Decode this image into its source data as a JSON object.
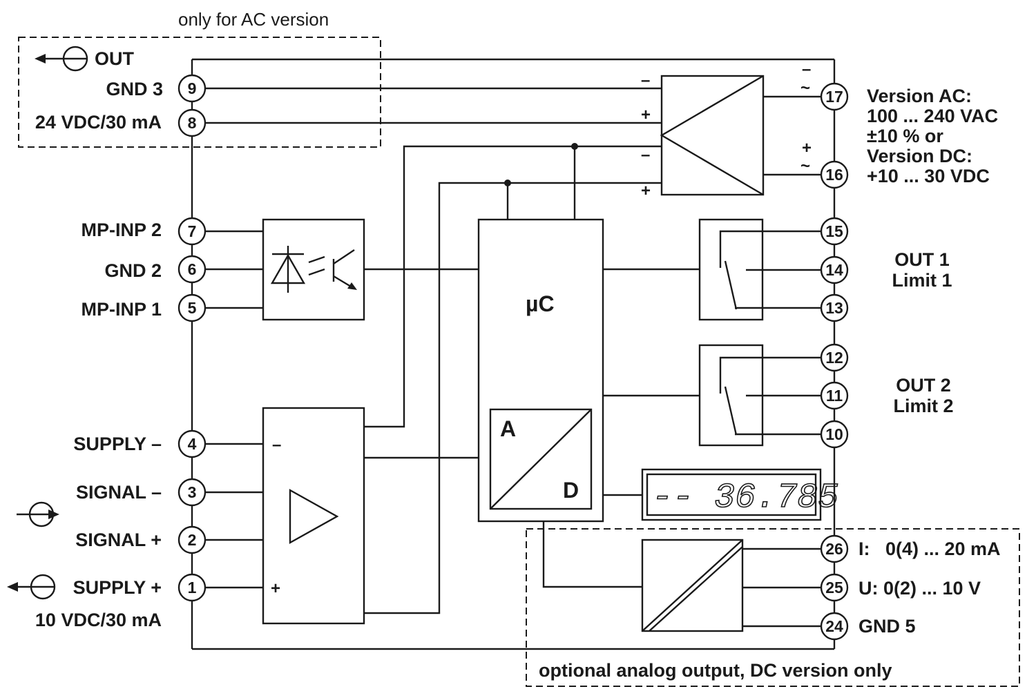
{
  "ac_region": {
    "caption": "only for AC version"
  },
  "dc_region": {
    "caption": "optional analog output, DC version only"
  },
  "labels": {
    "out": "OUT",
    "gnd3": "GND 3",
    "out_supply": "24 VDC/30 mA",
    "mp_inp2": "MP-INP 2",
    "gnd2": "GND 2",
    "mp_inp1": "MP-INP 1",
    "supply_minus": "SUPPLY –",
    "signal_minus": "SIGNAL –",
    "signal_plus": "SIGNAL +",
    "supply_plus": "SUPPLY +",
    "sensor_supply": "10 VDC/30 mA",
    "version_lines": [
      "Version AC:",
      "100 ... 240 VAC",
      "±10 % or",
      "Version DC:",
      "+10 ... 30 VDC"
    ],
    "out1_lines": [
      "OUT 1",
      "Limit 1"
    ],
    "out2_lines": [
      "OUT 2",
      "Limit 2"
    ],
    "analog_i": "I:   0(4) ... 20 mA",
    "analog_u": "U: 0(2) ... 10 V",
    "gnd5": "GND 5"
  },
  "blocks": {
    "microcontroller": "µC",
    "adc_a": "A",
    "adc_d": "D",
    "display": "-- 36.785"
  },
  "signs": {
    "minus": "–",
    "plus": "+",
    "tilde": "~"
  },
  "terminals": [
    "9",
    "8",
    "7",
    "6",
    "5",
    "4",
    "3",
    "2",
    "1",
    "17",
    "16",
    "15",
    "14",
    "13",
    "12",
    "11",
    "10",
    "26",
    "25",
    "24"
  ]
}
